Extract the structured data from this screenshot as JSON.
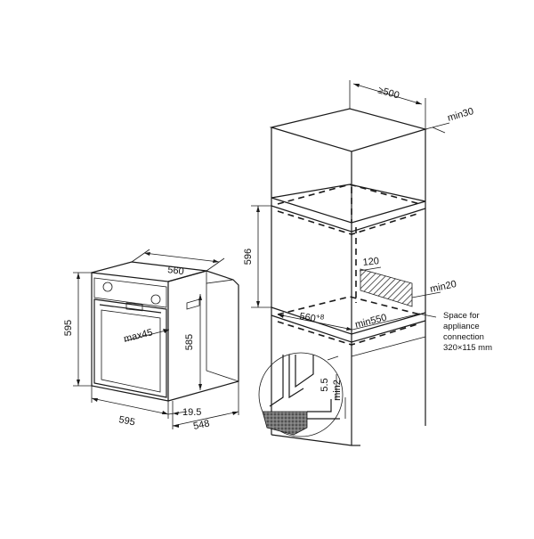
{
  "oven": {
    "dim_depth": "560",
    "dim_height_left": "595",
    "dim_height_right": "585",
    "dim_width": "595",
    "dim_front": "19.5",
    "dim_total_depth": "548",
    "door_angle": "max45"
  },
  "cabinet": {
    "dim_depth_min": "≥500",
    "dim_gap_top": "min30",
    "dim_niche_height": "596",
    "dim_cutout": "120",
    "dim_gap_side": "min20",
    "dim_niche_width": "560",
    "dim_niche_width_tol": "+8",
    "dim_min_width": "min550",
    "dim_detail_step": "5.5",
    "dim_detail_min": "min2",
    "note_line1": "Space for",
    "note_line2": "appliance",
    "note_line3": "connection",
    "note_line4": "320×115 mm"
  },
  "colors": {
    "line": "#1a1a1a",
    "hatch": "#333333",
    "background": "#ffffff"
  }
}
